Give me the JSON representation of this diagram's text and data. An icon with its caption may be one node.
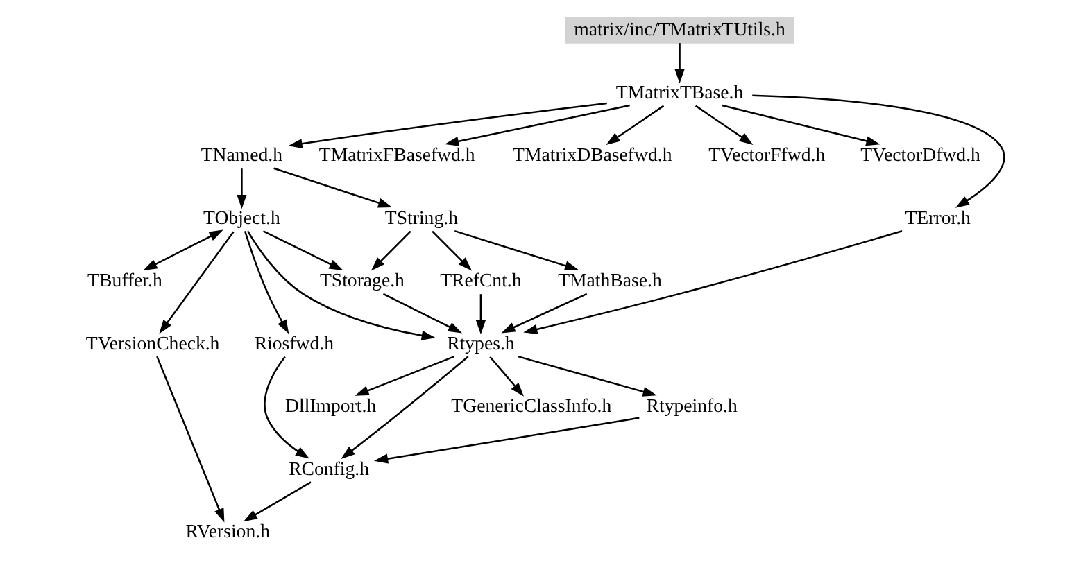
{
  "diagram": {
    "nodes": [
      {
        "text": [
          "matrix/inc/TMatrixTUtils.h"
        ]
      },
      {
        "text": [
          "TMatrixTBase.h"
        ]
      },
      {
        "text": [
          "TNamed.h"
        ]
      },
      {
        "text": [
          "TMatrixFBasefwd.h"
        ]
      },
      {
        "text": [
          "TMatrixDBasefwd.h"
        ]
      },
      {
        "text": [
          "TVectorFfwd.h"
        ]
      },
      {
        "text": [
          "TVectorDfwd.h"
        ]
      },
      {
        "text": [
          "TError.h"
        ]
      },
      {
        "text": [
          "TString.h"
        ]
      },
      {
        "text": [
          "TObject.h"
        ]
      },
      {
        "text": [
          "TRefCnt.h"
        ]
      },
      {
        "text": [
          "TMathBase.h"
        ]
      },
      {
        "text": [
          "TStorage.h"
        ]
      },
      {
        "text": [
          "Riosfwd.h"
        ]
      },
      {
        "text": [
          "TBuffer.h"
        ]
      },
      {
        "text": [
          "TVersionCheck.h"
        ]
      },
      {
        "text": [
          "Rtypes.h"
        ]
      },
      {
        "text": [
          "TGenericClassInfo.h"
        ]
      },
      {
        "text": [
          "Rtypeinfo.h"
        ]
      },
      {
        "text": [
          "DllImport.h"
        ]
      },
      {
        "text": [
          "RConfig.h"
        ]
      },
      {
        "text": [
          "RVersion.h"
        ]
      }
    ],
    "edges": [
      {
        "from": 0,
        "to": 1,
        "arrow": "to"
      },
      {
        "from": 1,
        "to": 2,
        "arrow": "to"
      },
      {
        "from": 1,
        "to": 3,
        "arrow": "to"
      },
      {
        "from": 1,
        "to": 4,
        "arrow": "to"
      },
      {
        "from": 1,
        "to": 5,
        "arrow": "to"
      },
      {
        "from": 1,
        "to": 6,
        "arrow": "to"
      },
      {
        "from": 1,
        "to": 7,
        "arrow": "to"
      },
      {
        "from": 2,
        "to": 8,
        "arrow": "to"
      },
      {
        "from": 2,
        "to": 9,
        "arrow": "to"
      },
      {
        "from": 7,
        "to": 16,
        "arrow": "to"
      },
      {
        "from": 8,
        "to": 10,
        "arrow": "to"
      },
      {
        "from": 8,
        "to": 11,
        "arrow": "to"
      },
      {
        "from": 8,
        "to": 12,
        "arrow": "to"
      },
      {
        "from": 9,
        "to": 12,
        "arrow": "to"
      },
      {
        "from": 9,
        "to": 13,
        "arrow": "to"
      },
      {
        "from": 9,
        "to": 14,
        "arrow": "both"
      },
      {
        "from": 9,
        "to": 15,
        "arrow": "to"
      },
      {
        "from": 9,
        "to": 16,
        "arrow": "to"
      },
      {
        "from": 10,
        "to": 16,
        "arrow": "to"
      },
      {
        "from": 11,
        "to": 16,
        "arrow": "to"
      },
      {
        "from": 12,
        "to": 16,
        "arrow": "to"
      },
      {
        "from": 13,
        "to": 20,
        "arrow": "to"
      },
      {
        "from": 15,
        "to": 21,
        "arrow": "to"
      },
      {
        "from": 16,
        "to": 17,
        "arrow": "to"
      },
      {
        "from": 16,
        "to": 18,
        "arrow": "to"
      },
      {
        "from": 16,
        "to": 19,
        "arrow": "to"
      },
      {
        "from": 16,
        "to": 20,
        "arrow": "to"
      },
      {
        "from": 18,
        "to": 20,
        "arrow": "to"
      },
      {
        "from": 20,
        "to": 21,
        "arrow": "to"
      }
    ]
  }
}
